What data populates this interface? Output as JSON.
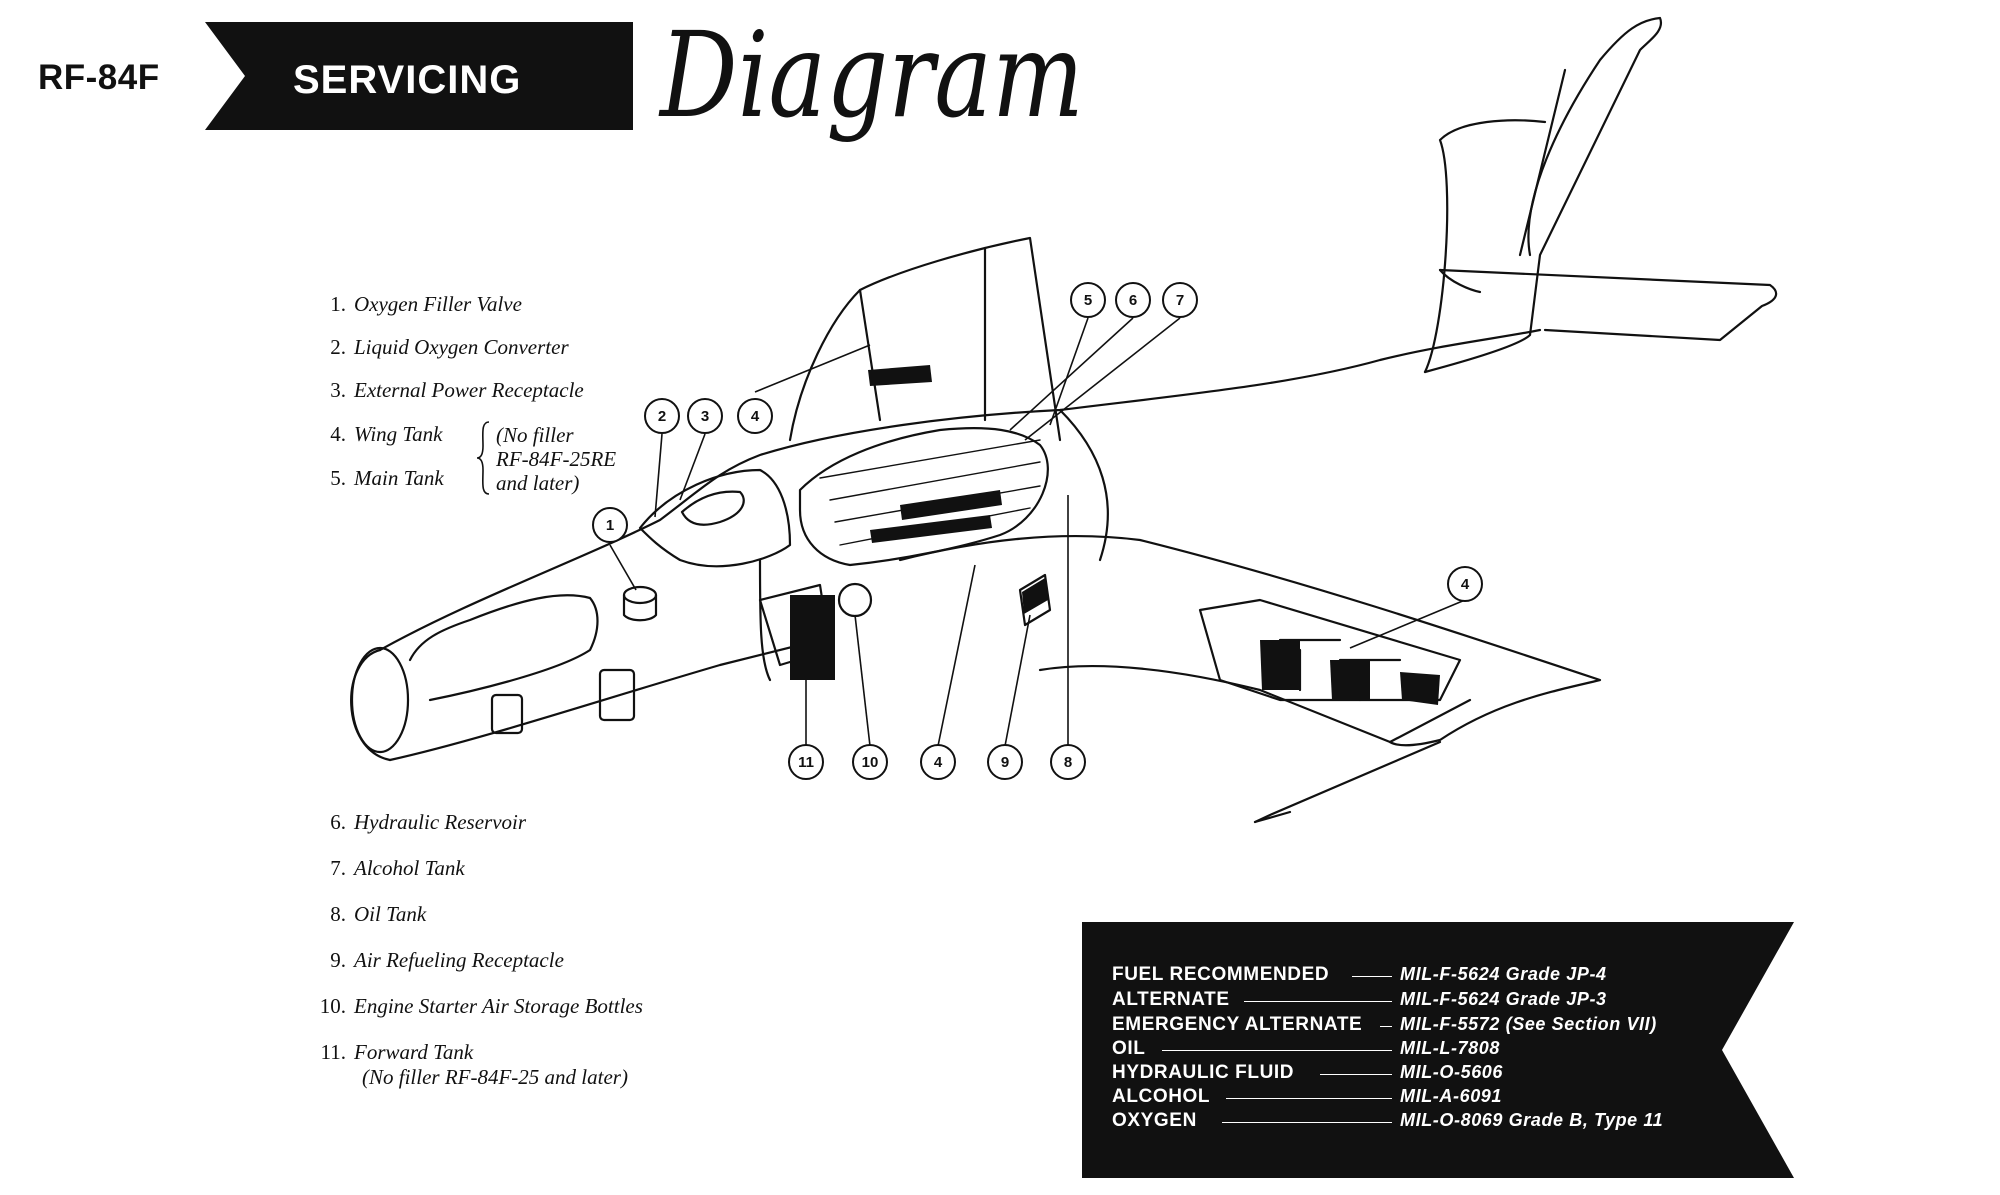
{
  "header": {
    "model": "RF-84F",
    "banner": "SERVICING",
    "script_title": "Diagram"
  },
  "legend_top": [
    {
      "num": "1.",
      "label": "Oxygen Filler Valve"
    },
    {
      "num": "2.",
      "label": "Liquid Oxygen Converter"
    },
    {
      "num": "3.",
      "label": "External Power Receptacle"
    },
    {
      "num": "4.",
      "label": "Wing Tank"
    },
    {
      "num": "5.",
      "label": "Main Tank"
    }
  ],
  "legend_note": [
    "(No filler",
    "RF-84F-25RE",
    "and later)"
  ],
  "legend_bottom": [
    {
      "num": "6.",
      "label": "Hydraulic Reservoir"
    },
    {
      "num": "7.",
      "label": "Alcohol Tank"
    },
    {
      "num": "8.",
      "label": "Oil Tank"
    },
    {
      "num": "9.",
      "label": "Air Refueling Receptacle"
    },
    {
      "num": "10.",
      "label": "Engine Starter Air Storage Bottles"
    },
    {
      "num": "11.",
      "label": "Forward Tank"
    }
  ],
  "legend_bottom_note": "(No filler RF-84F-25 and later)",
  "callouts": [
    "1",
    "2",
    "3",
    "4",
    "5",
    "6",
    "7",
    "4",
    "11",
    "10",
    "4",
    "9",
    "8"
  ],
  "specs": [
    {
      "label": "FUEL RECOMMENDED",
      "value": "MIL-F-5624  Grade  JP-4"
    },
    {
      "label": "ALTERNATE",
      "value": "MIL-F-5624  Grade  JP-3"
    },
    {
      "label": "EMERGENCY ALTERNATE",
      "value": "MIL-F-5572 (See Section VII)"
    },
    {
      "label": "OIL",
      "value": "MIL-L-7808"
    },
    {
      "label": "HYDRAULIC  FLUID",
      "value": "MIL-O-5606"
    },
    {
      "label": "ALCOHOL",
      "value": "MIL-A-6091"
    },
    {
      "label": "OXYGEN",
      "value": "MIL-O-8069 Grade B, Type 11"
    }
  ],
  "colors": {
    "ink": "#111111",
    "paper": "#ffffff"
  }
}
